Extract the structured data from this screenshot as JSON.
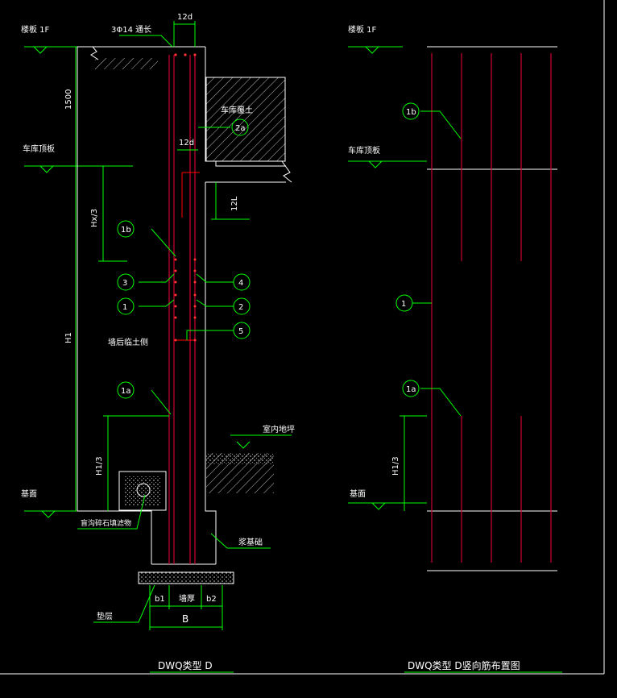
{
  "left_detail": {
    "level_1f": "楼板 1F",
    "level_garage": "车库顶板",
    "level_base": "基面",
    "dim_12d_top": "12d",
    "dim_12d_mid": "12d",
    "dim_12l": "12L",
    "dim_1500": "1500",
    "dim_hx3": "Hx/3",
    "dim_h1": "H1",
    "dim_h13": "H1/3",
    "rebar_top": "3Φ14 通长",
    "soil_label": "车库覆土",
    "wall_side": "墙后临土侧",
    "indoor_floor": "室内地坪",
    "drain_label": "盲沟碎石填滤物",
    "foundation_label": "浆基础",
    "cushion_label": "垫层",
    "b1": "b1",
    "wall_thick": "墙厚",
    "b2": "b2",
    "B": "B",
    "title": "DWQ类型  D"
  },
  "callouts": {
    "c1b": "1b",
    "c2a": "2a",
    "c3": "3",
    "c4": "4",
    "c1": "1",
    "c2": "2",
    "c5": "5",
    "c1a": "1a"
  },
  "right_detail": {
    "level_1f": "楼板 1F",
    "level_garage": "车库顶板",
    "level_base": "基面",
    "dim_h13": "H1/3",
    "c1b": "1b",
    "c1": "1",
    "c1a": "1a",
    "title": "DWQ类型  D竖向筋布置图"
  },
  "colors": {
    "background": "#000000",
    "lines": "#00ff00",
    "outline": "#ffffff",
    "rebar": "#ff0000",
    "text_callout": "#00ffff"
  }
}
